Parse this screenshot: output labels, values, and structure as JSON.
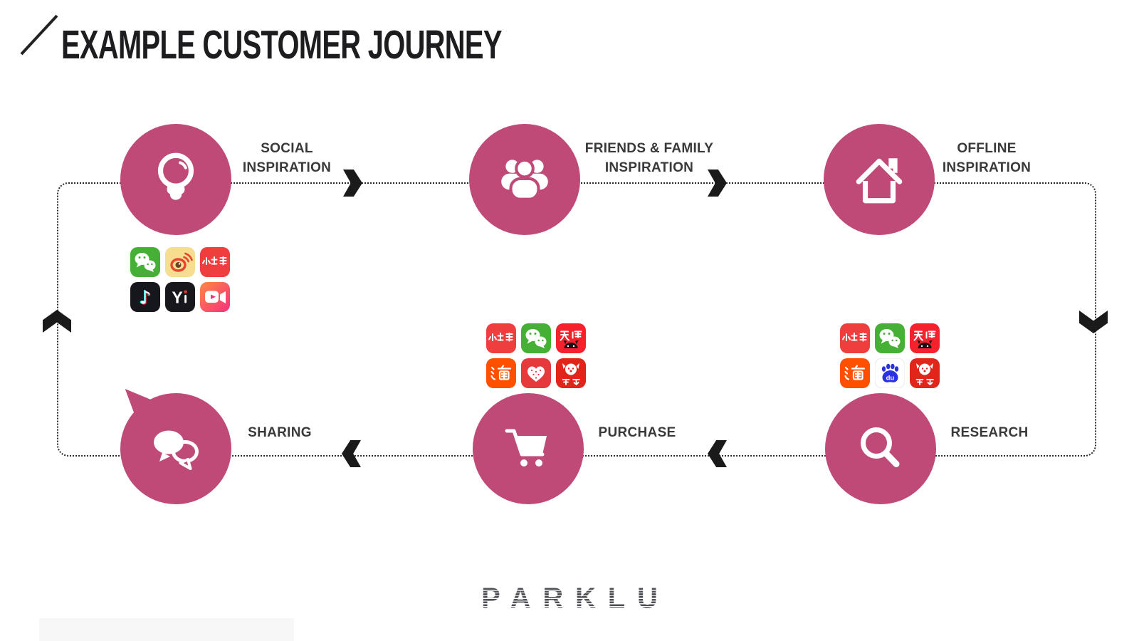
{
  "title": "EXAMPLE CUSTOMER JOURNEY",
  "brand": {
    "logo_text": "PARKLU"
  },
  "colors": {
    "node_pink": "#C04A77",
    "arrow_black": "#1A1A1A",
    "label_gray": "#39393B",
    "wechat_green": "#45B035",
    "weibo_tan": "#F7DD8F",
    "xiaohongshu_red": "#EE3E3E",
    "tmall_red": "#F5222D",
    "taobao_orange": "#FF5000",
    "jd_red": "#E1251B",
    "baidu_blue": "#2932E1"
  },
  "steps": {
    "social_line1": "SOCIAL",
    "social_line2": "INSPIRATION",
    "friends_line1": "FRIENDS & FAMILY",
    "friends_line2": "INSPIRATION",
    "offline_line1": "OFFLINE",
    "offline_line2": "INSPIRATION",
    "research": "RESEARCH",
    "purchase": "PURCHASE",
    "sharing": "SHARING"
  },
  "node_icons": [
    "lightbulb-icon",
    "people-group-icon",
    "house-icon",
    "search-icon",
    "shopping-cart-icon",
    "chat-bubbles-icon"
  ],
  "app_clusters": {
    "social_inspiration": [
      "WeChat",
      "Weibo",
      "Xiaohongshu",
      "Douyin",
      "Yizhibo",
      "Weishi"
    ],
    "purchase": [
      "Xiaohongshu",
      "WeChat",
      "Tmall",
      "Taobao",
      "Meilishuo",
      "JD"
    ],
    "research": [
      "Xiaohongshu",
      "WeChat",
      "Tmall",
      "Taobao",
      "Baidu",
      "JD"
    ]
  },
  "icon_glyphs": {
    "douyin_note": "♪",
    "yizhibo_y": "Y",
    "baidu_du": "du"
  }
}
